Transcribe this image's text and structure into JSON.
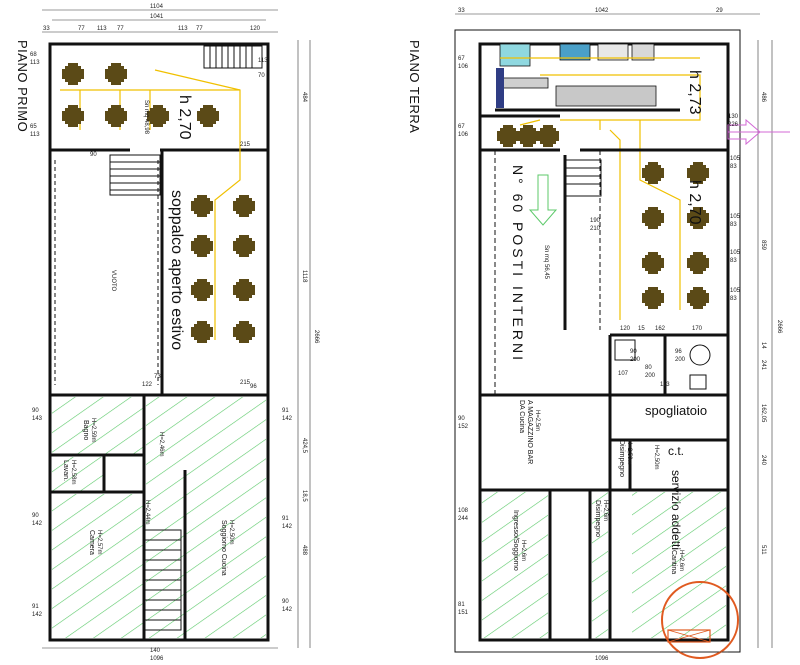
{
  "left_plan": {
    "title": "PIANO PRIMO",
    "dims_top": [
      "1104",
      "1041",
      "33",
      "77",
      "113",
      "77",
      "113",
      "77",
      "120"
    ],
    "dims_right": [
      "484",
      "1118",
      "424,5",
      "18,5",
      "488",
      "2666"
    ],
    "dims_left": [
      "68",
      "113",
      "65",
      "113",
      "90",
      "143",
      "90",
      "142",
      "91",
      "142"
    ],
    "dim_bottom": "1096",
    "dim_small": [
      "113",
      "70",
      "215",
      "90",
      "73",
      "122",
      "96",
      "215",
      "140",
      "91",
      "142",
      "91",
      "142",
      "90",
      "142"
    ],
    "height_label_1": "h 2,70",
    "height_label_2": "soppalco aperto estivo",
    "room_bagno": "Bagno",
    "room_bagno_h": "H=2,59m",
    "room_lavan": "Lavan.",
    "room_lavan_h": "H=2,58m",
    "room_camera": "Camera",
    "room_camera_h": "H=2,57m",
    "room_corridor_h": "H=2,46m",
    "room_stair_h": "H=2,44m",
    "room_soggiorno": "Soggiorno Cucina",
    "room_soggiorno_h": "H=2,50m",
    "void": "VUOTO",
    "area_1": "Sn mq 48,98"
  },
  "right_plan": {
    "title": "PIANO TERRA",
    "dims_top": [
      "1042",
      "33",
      "29"
    ],
    "dims_right": [
      "486",
      "859",
      "2666",
      "241",
      "162,05",
      "240",
      "511",
      "14"
    ],
    "dims_left": [
      "67",
      "106",
      "67",
      "106",
      "108",
      "244",
      "90",
      "152",
      "81",
      "151"
    ],
    "dim_bottom": "1096",
    "dims_mid": [
      "130",
      "226",
      "105",
      "83",
      "105",
      "83",
      "105",
      "83",
      "105",
      "83",
      "190",
      "210",
      "120",
      "15",
      "162",
      "170",
      "90",
      "200",
      "96",
      "200",
      "80",
      "200",
      "107",
      "113"
    ],
    "height_label_1": "h 2,73",
    "height_label_2": "h 2,70",
    "posti": "N° 60 POSTI INTERNI",
    "spogliatoio": "spogliatoio",
    "ct": "c.t.",
    "servizio": "servizio addetti",
    "da_cucina": "DA Cucina",
    "magazzino": "A MAGAZZINO BAR",
    "magazzino_h": "H=2,5m",
    "disimpegno1": "Disimpegno",
    "disimpegno1_h": "H=2,50m",
    "disimpegno2": "Disimpegno",
    "disimpegno2_h": "H=2,6m",
    "servizio_h": "H=2,50m",
    "ingresso": "Ingresso/Soggiorno",
    "ingresso_h": "H=2,6m",
    "cantina": "Cantina",
    "cantina_h": "H=2,6m",
    "area_1": "Sn mq 56,45"
  },
  "colors": {
    "hatch": "#5cc96a",
    "lamp": "#f0c000",
    "table": "#5b4a17",
    "wall": "#111111",
    "highlight": "#e05a20",
    "exit_arrow": "#d36ad6",
    "kitchen": "#4aa0c8"
  }
}
